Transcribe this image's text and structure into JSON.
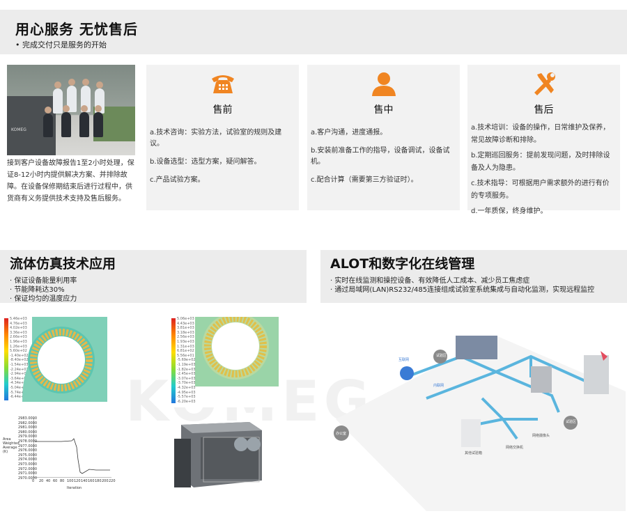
{
  "header": {
    "title": "用心服务 无忧售后",
    "subtitle": "• 完成交付只是服务的开始"
  },
  "photo_caption": "接到客户设备故障报告1至2小时处理，保证8-12小时内提供解决方案、并排除故障。在设备保修期结束后进行过程中，供货商有义务提供技术支持及售后服务。",
  "photo_sign": "KOMEG",
  "cards": [
    {
      "title": "售前",
      "icon": "phone-icon",
      "items": [
        "a.技术咨询：实验方法，试验室的规则及建议。",
        "b.设备选型：选型方案，疑问解答。",
        "c.产品试验方案。"
      ]
    },
    {
      "title": "售中",
      "icon": "user-icon",
      "items": [
        "a.客户沟通，进度通报。",
        "b.安装前准备工作的指导，设备调试，设备试机。",
        "c.配合计算（需要第三方验证时）。"
      ]
    },
    {
      "title": "售后",
      "icon": "tools-icon",
      "items": [
        "a.技术培训：设备的操作，日常维护及保养，常见故障诊断和排除。",
        "b.定期巡回服务：提前发现问题，及时排除设备及人为隐患。",
        "c.技术指导：可根据用户需求额外的进行有价的专项服务。",
        "d.一年质保，终身维护。"
      ]
    }
  ],
  "sim_section": {
    "title": "流体仿真技术应用",
    "lines": [
      "· 保证设备能量利用率",
      "· 节能降耗达30%",
      "· 保证均匀的温度应力"
    ]
  },
  "alot_section": {
    "title": "ALOT和数字化在线管理",
    "lines": [
      "· 实时在线监测和操控设备、有效降低人工成本、减少员工焦虑症",
      "· 通过局域网(LAN)RS232/485连接组成试验室系统集成与自动化监测，实现远程监控"
    ]
  },
  "sim": {
    "legend1": [
      "5.46e+03",
      "4.76e+03",
      "4.02e+03",
      "3.36e+03",
      "2.66e+03",
      "1.96e+03",
      "1.26e+03",
      "5.60e+02",
      "-1.40e+02",
      "-8.40e+02",
      "-1.54e+03",
      "-2.24e+03",
      "-2.94e+03",
      "-3.64e+03",
      "-4.34e+03",
      "-5.04e+03",
      "-5.74e+03",
      "-6.44e+03"
    ],
    "legend2": [
      "5.06e+03",
      "4.43e+03",
      "3.81e+03",
      "3.18e+03",
      "2.56e+03",
      "1.93e+03",
      "1.31e+03",
      "6.81e+02",
      "5.56e+01",
      "-5.69e+02",
      "-1.19e+03",
      "-1.82e+03",
      "-2.45e+03",
      "-3.07e+03",
      "-3.70e+03",
      "-4.32e+03",
      "-4.95e+03",
      "-5.57e+03",
      "-6.20e+03"
    ],
    "graph": {
      "ylabel": "Area Weighted Average (K)",
      "xlabel": "Iteration",
      "xticks": [
        "0",
        "20",
        "40",
        "60",
        "80",
        "100",
        "120",
        "140",
        "160",
        "180",
        "200",
        "220"
      ],
      "yticks": [
        "2983.0000",
        "2982.0000",
        "2981.0000",
        "2980.0000",
        "2979.0000",
        "2978.0000",
        "2977.0000",
        "2976.0000",
        "2975.0000",
        "2974.0000",
        "2973.0000",
        "2972.0000",
        "2971.0000",
        "2970.0000"
      ]
    }
  },
  "network": {
    "labels": {
      "internet": "互联网",
      "intranet": "内联网",
      "lab_a": "试验区\nA",
      "lab_b": "试验区\nB",
      "office": "办公室",
      "other_lab": "其他试验箱",
      "switch": "网络交换机",
      "camera": "网络摄像头"
    }
  },
  "colors": {
    "accent_orange": "#f08522",
    "header_bg": "#ececec",
    "card_bg": "#f2f2f2",
    "net_blue": "#5ab5de"
  }
}
